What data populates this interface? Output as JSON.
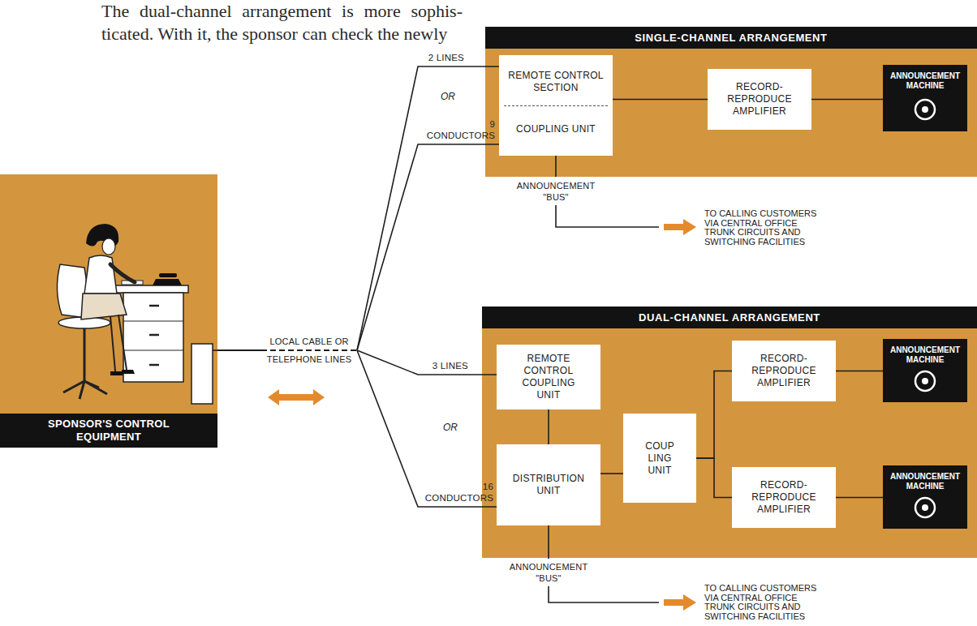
{
  "diagram": {
    "nodes": [
      {
        "text": [
          "SPONSOR'S CONTROL EQUIPMENT"
        ]
      },
      {
        "text": [
          "SINGLE-CHANNEL ARRANGEMENT"
        ]
      },
      {
        "text": [
          "REMOTE CONTROL SECTION",
          "COUPLING UNIT"
        ],
        "in": 1
      },
      {
        "text": [
          "RECORD- REPRODUCE AMPLIFIER"
        ],
        "in": 1
      },
      {
        "text": [
          "ANNOUNCEMENT MACHINE"
        ],
        "in": 1
      },
      {
        "text": [
          "DUAL-CHANNEL ARRANGEMENT"
        ]
      },
      {
        "text": [
          "REMOTE CONTROL COUPLING UNIT"
        ],
        "in": 5
      },
      {
        "text": [
          "DISTRIBUTION UNIT"
        ],
        "in": 5
      },
      {
        "text": [
          "COUP LING UNIT"
        ],
        "in": 5
      },
      {
        "text": [
          "RECORD- REPRODUCE AMPLIFIER"
        ],
        "in": 5
      },
      {
        "text": [
          "ANNOUNCEMENT MACHINE"
        ],
        "in": 5
      },
      {
        "text": [
          "RECORD- REPRODUCE AMPLIFIER"
        ],
        "in": 5
      },
      {
        "text": [
          "ANNOUNCEMENT MACHINE"
        ],
        "in": 5
      }
    ],
    "edges": [
      {
        "from": 0,
        "to": 2,
        "label": "2 LINES",
        "arrow": "none"
      },
      {
        "from": 0,
        "to": 2,
        "label": "9 CONDUCTORS",
        "arrow": "none"
      },
      {
        "from": 0,
        "to": 6,
        "label": "3 LINES",
        "arrow": "none"
      },
      {
        "from": 0,
        "to": 7,
        "label": "16 CONDUCTORS",
        "arrow": "none"
      },
      {
        "from": 2,
        "to": 3,
        "arrow": "none"
      },
      {
        "from": 3,
        "to": 4,
        "arrow": "none"
      },
      {
        "from": 6,
        "to": 7,
        "arrow": "none"
      },
      {
        "from": 7,
        "to": 8,
        "arrow": "none"
      },
      {
        "from": 8,
        "to": 9,
        "arrow": "none"
      },
      {
        "from": 8,
        "to": 11,
        "arrow": "none"
      },
      {
        "from": 9,
        "to": 10,
        "arrow": "none"
      },
      {
        "from": 11,
        "to": 12,
        "arrow": "none"
      }
    ],
    "labels": [
      "The dual-channel arrangement is more sophis- ticated. With it, the sponsor can check the newly",
      "LOCAL CABLE OR",
      "TELEPHONE LINES",
      "OR",
      "ANNOUNCEMENT \"BUS\"",
      "TO CALLING CUSTOMERS VIA CENTRAL OFFICE TRUNK CIRCUITS AND SWITCHING FACILITIES",
      "OR",
      "ANNOUNCEMENT \"BUS\"",
      "TO CALLING CUSTOMERS VIA CENTRAL OFFICE TRUNK CIRCUITS AND SWITCHING FACILITIES"
    ]
  }
}
